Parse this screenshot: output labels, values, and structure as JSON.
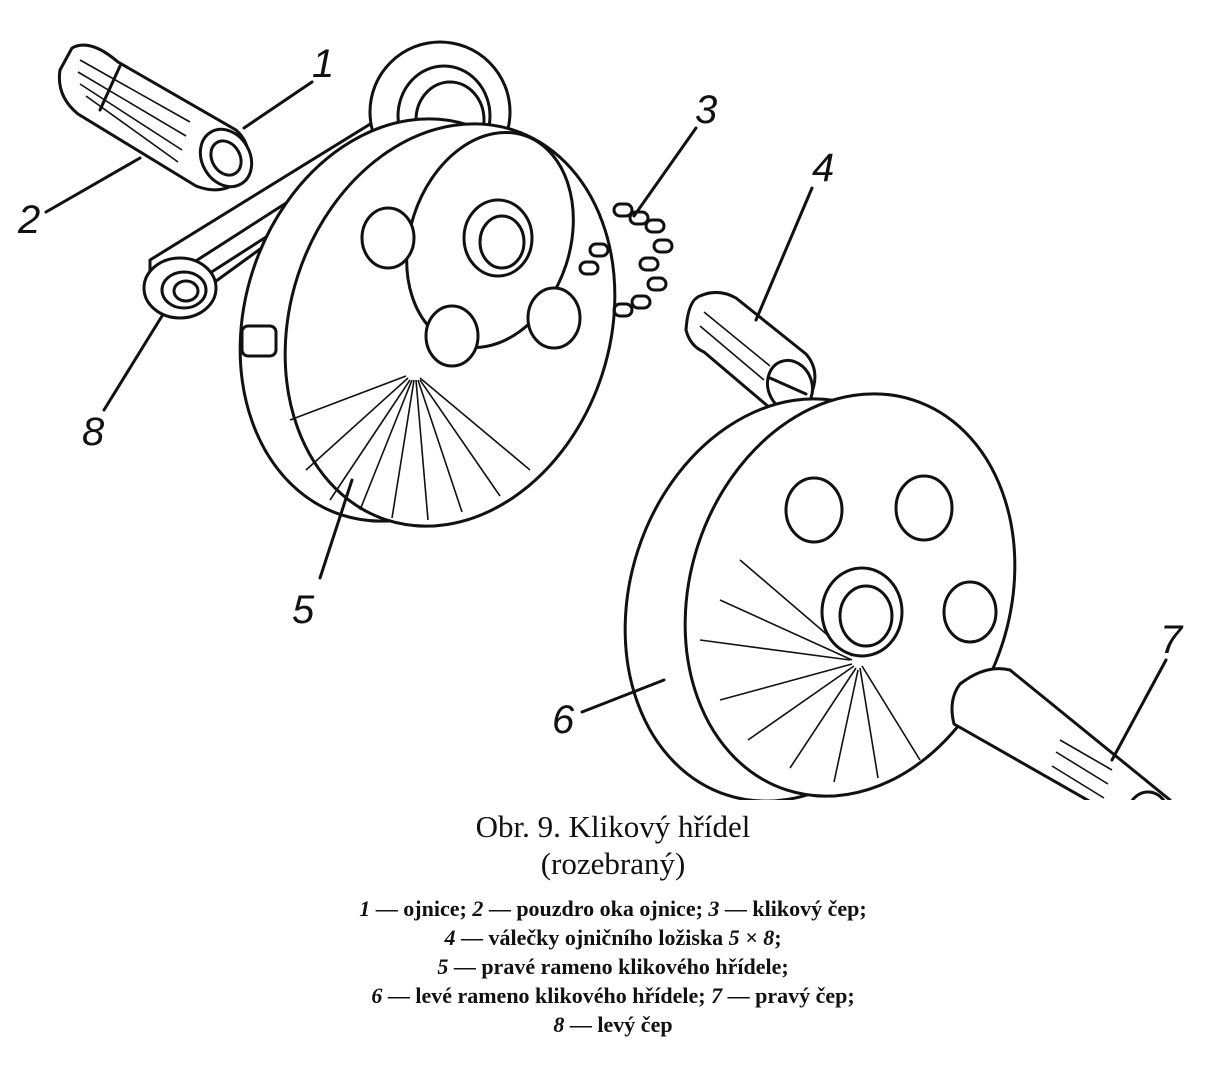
{
  "figure": {
    "callouts": [
      "1",
      "2",
      "3",
      "4",
      "5",
      "6",
      "7",
      "8"
    ]
  },
  "caption": {
    "title": "Obr. 9. Klikový hřídel",
    "subtitle": "(rozebraný)",
    "legend": [
      [
        {
          "n": "1",
          "t": " — ojnice; "
        },
        {
          "n": "2",
          "t": " — pouzdro oka ojnice; "
        },
        {
          "n": "3",
          "t": " — klikový čep;"
        }
      ],
      [
        {
          "n": "4",
          "t": " — válečky ojničního ložiska "
        },
        {
          "n": "5 × 8",
          "t": ";"
        }
      ],
      [
        {
          "n": "5",
          "t": " — pravé rameno klikového hřídele;"
        }
      ],
      [
        {
          "n": "6",
          "t": " — levé rameno klikového hřídele; "
        },
        {
          "n": "7",
          "t": " — pravý čep;"
        }
      ],
      [
        {
          "n": "8",
          "t": " — levý čep"
        }
      ]
    ]
  }
}
